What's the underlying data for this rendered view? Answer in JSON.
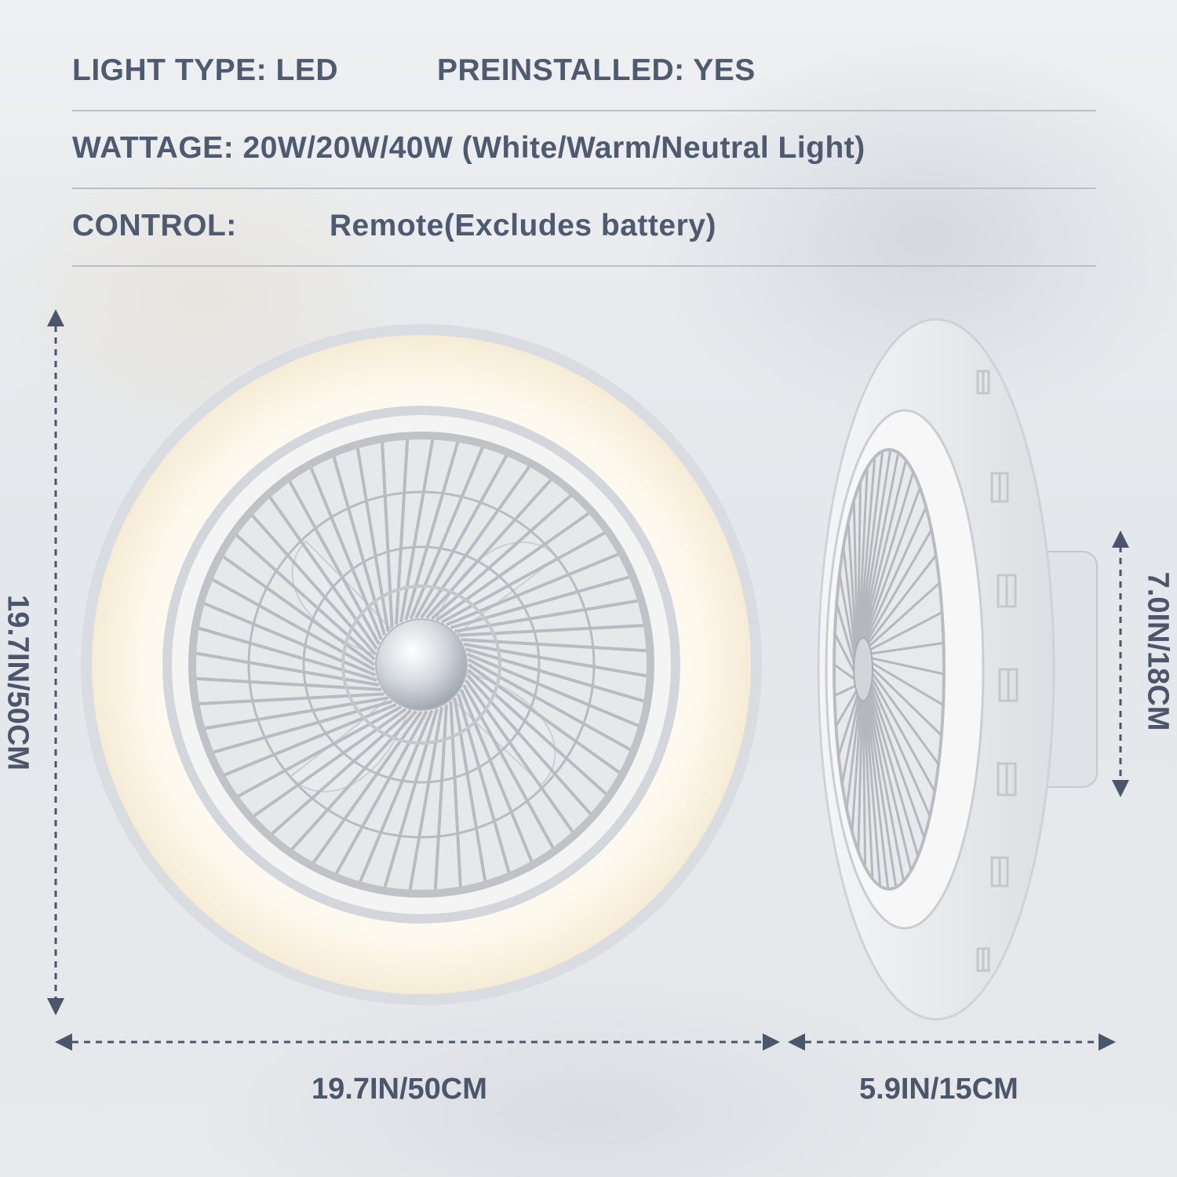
{
  "specs": {
    "light_type": "LIGHT TYPE: LED",
    "preinstalled": "PREINSTALLED: YES",
    "wattage": "WATTAGE: 20W/20W/40W (White/Warm/Neutral Light)",
    "control_label": "CONTROL:",
    "control_value": "Remote(Excludes battery)"
  },
  "dimensions": {
    "front_height": "19.7IN/50CM",
    "front_width": "19.7IN/50CM",
    "side_height": "7.0IN/18CM",
    "side_depth": "5.9IN/15CM"
  },
  "colors": {
    "text": "#4d5a70",
    "arrow": "#4b566a"
  }
}
